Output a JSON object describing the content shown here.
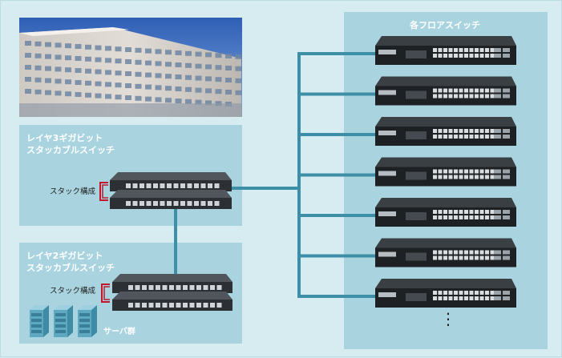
{
  "panels": {
    "layer3": {
      "title_line1": "レイヤ3ギガビット",
      "title_line2": "スタッカブルスイッチ",
      "stack_label": "スタック構成"
    },
    "layer2": {
      "title_line1": "レイヤ2ギガビット",
      "title_line2": "スタッカブルスイッチ",
      "stack_label": "スタック構成",
      "server_label": "サーバ群"
    },
    "floor": {
      "title": "各フロアスイッチ",
      "switch_count_visible": 7,
      "continuation": "⋮"
    }
  },
  "colors": {
    "background": "#d7ecf1",
    "panel": "#a9d4df",
    "link": "#3d8ea7",
    "stack_cable": "#c2162a",
    "switch_body": "#1e2124",
    "server": "#5fa8c1"
  },
  "icons": {
    "photo": "building-photo",
    "switch": "network-switch-icon",
    "server": "server-icon"
  }
}
